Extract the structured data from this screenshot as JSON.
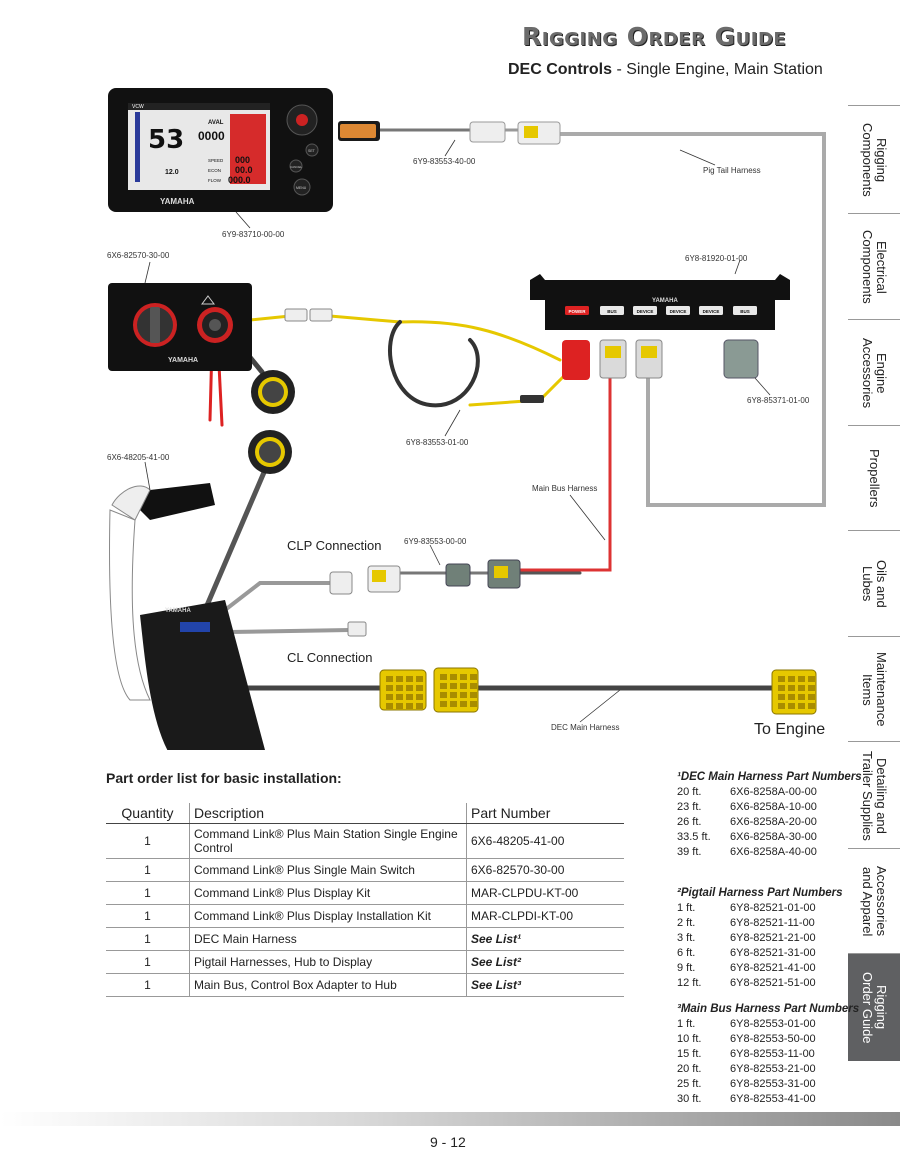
{
  "header": {
    "title": "Rigging Order Guide",
    "subtitle_bold": "DEC Controls",
    "subtitle_rest": " - Single Engine, Main Station"
  },
  "sidebar": {
    "tabs": [
      {
        "label": "Rigging\nComponents",
        "active": false
      },
      {
        "label": "Electrical\nComponents",
        "active": false
      },
      {
        "label": "Engine\nAccessories",
        "active": false
      },
      {
        "label": "Propellers",
        "active": false
      },
      {
        "label": "Oils and\nLubes",
        "active": false
      },
      {
        "label": "Maintenance\nItems",
        "active": false
      },
      {
        "label": "Detailing and\nTrailer Supplies",
        "active": false
      },
      {
        "label": "Accessories\nand Apparel",
        "active": false
      },
      {
        "label": "Rigging\nOrder Guide",
        "active": true
      }
    ]
  },
  "diagram": {
    "labels": {
      "display_pn": "6Y9-83710-00-00",
      "pigtail_adapter_pn": "6Y9-83553-40-00",
      "pigtail_harness": "Pig Tail Harness",
      "switch_pn": "6X6-82570-30-00",
      "hub_pn": "6Y8-81920-01-00",
      "terminator_pn": "6Y8-85371-01-00",
      "switch_harness_pn": "6Y8-83553-01-00",
      "control_pn": "6X6-48205-41-00",
      "main_bus": "Main Bus Harness",
      "clp_adapter_pn": "6Y9-83553-00-00",
      "clp_connection": "CLP Connection",
      "cl_connection": "CL Connection",
      "dec_main_harness": "DEC Main Harness",
      "to_engine": "To Engine"
    },
    "display_screen": {
      "vcw": "VCW",
      "trim": "53",
      "aval": "AVAL",
      "aval_value": "0000",
      "volt": "12.0",
      "speed_label": "SPEED",
      "speed_value": "000",
      "econ_label": "ECON",
      "econ_value": "00.0",
      "flow_label": "FLOW",
      "flow_value": "000.0",
      "brand": "YAMAHA",
      "set": "SET",
      "cancel": "CANCEL",
      "menu": "MENU"
    },
    "hub_ports": [
      "POWER",
      "BUS",
      "DEVICE",
      "DEVICE",
      "DEVICE",
      "BUS"
    ],
    "hub_brand": "YAMAHA",
    "switch_brand": "YAMAHA",
    "control_brand": "YAMAHA"
  },
  "parts": {
    "title": "Part order list for basic installation:",
    "headers": [
      "Quantity",
      "Description",
      "Part Number"
    ],
    "rows": [
      {
        "q": "1",
        "d": "Command Link® Plus Main Station Single Engine Control",
        "p": "6X6-48205-41-00"
      },
      {
        "q": "1",
        "d": "Command Link® Plus Single Main Switch",
        "p": "6X6-82570-30-00"
      },
      {
        "q": "1",
        "d": "Command Link® Plus Display Kit",
        "p": "MAR-CLPDU-KT-00"
      },
      {
        "q": "1",
        "d": "Command Link® Plus Display Installation Kit",
        "p": "MAR-CLPDI-KT-00"
      },
      {
        "q": "1",
        "d": "DEC Main Harness",
        "p": "See List¹"
      },
      {
        "q": "1",
        "d": "Pigtail Harnesses, Hub to Display",
        "p": "See List²"
      },
      {
        "q": "1",
        "d": "Main Bus, Control Box Adapter to Hub",
        "p": "See List³"
      }
    ]
  },
  "lists": [
    {
      "title": "¹DEC Main Harness Part Numbers",
      "rows": [
        [
          "20 ft.",
          "6X6-8258A-00-00"
        ],
        [
          "23 ft.",
          "6X6-8258A-10-00"
        ],
        [
          "26 ft.",
          "6X6-8258A-20-00"
        ],
        [
          "33.5 ft.",
          "6X6-8258A-30-00"
        ],
        [
          "39 ft.",
          "6X6-8258A-40-00"
        ]
      ]
    },
    {
      "title": "²Pigtail Harness Part Numbers",
      "rows": [
        [
          "1 ft.",
          "6Y8-82521-01-00"
        ],
        [
          "2 ft.",
          "6Y8-82521-11-00"
        ],
        [
          "3 ft.",
          "6Y8-82521-21-00"
        ],
        [
          "6 ft.",
          "6Y8-82521-31-00"
        ],
        [
          "9 ft.",
          "6Y8-82521-41-00"
        ],
        [
          "12 ft.",
          "6Y8-82521-51-00"
        ]
      ]
    },
    {
      "title": "³Main Bus Harness Part Numbers",
      "rows": [
        [
          "1 ft.",
          "6Y8-82553-01-00"
        ],
        [
          "10 ft.",
          "6Y8-82553-50-00"
        ],
        [
          "15 ft.",
          "6Y8-82553-11-00"
        ],
        [
          "20 ft.",
          "6Y8-82553-21-00"
        ],
        [
          "25 ft.",
          "6Y8-82553-31-00"
        ],
        [
          "30 ft.",
          "6Y8-82553-41-00"
        ]
      ]
    }
  ],
  "footer": {
    "page": "9 - 12"
  }
}
